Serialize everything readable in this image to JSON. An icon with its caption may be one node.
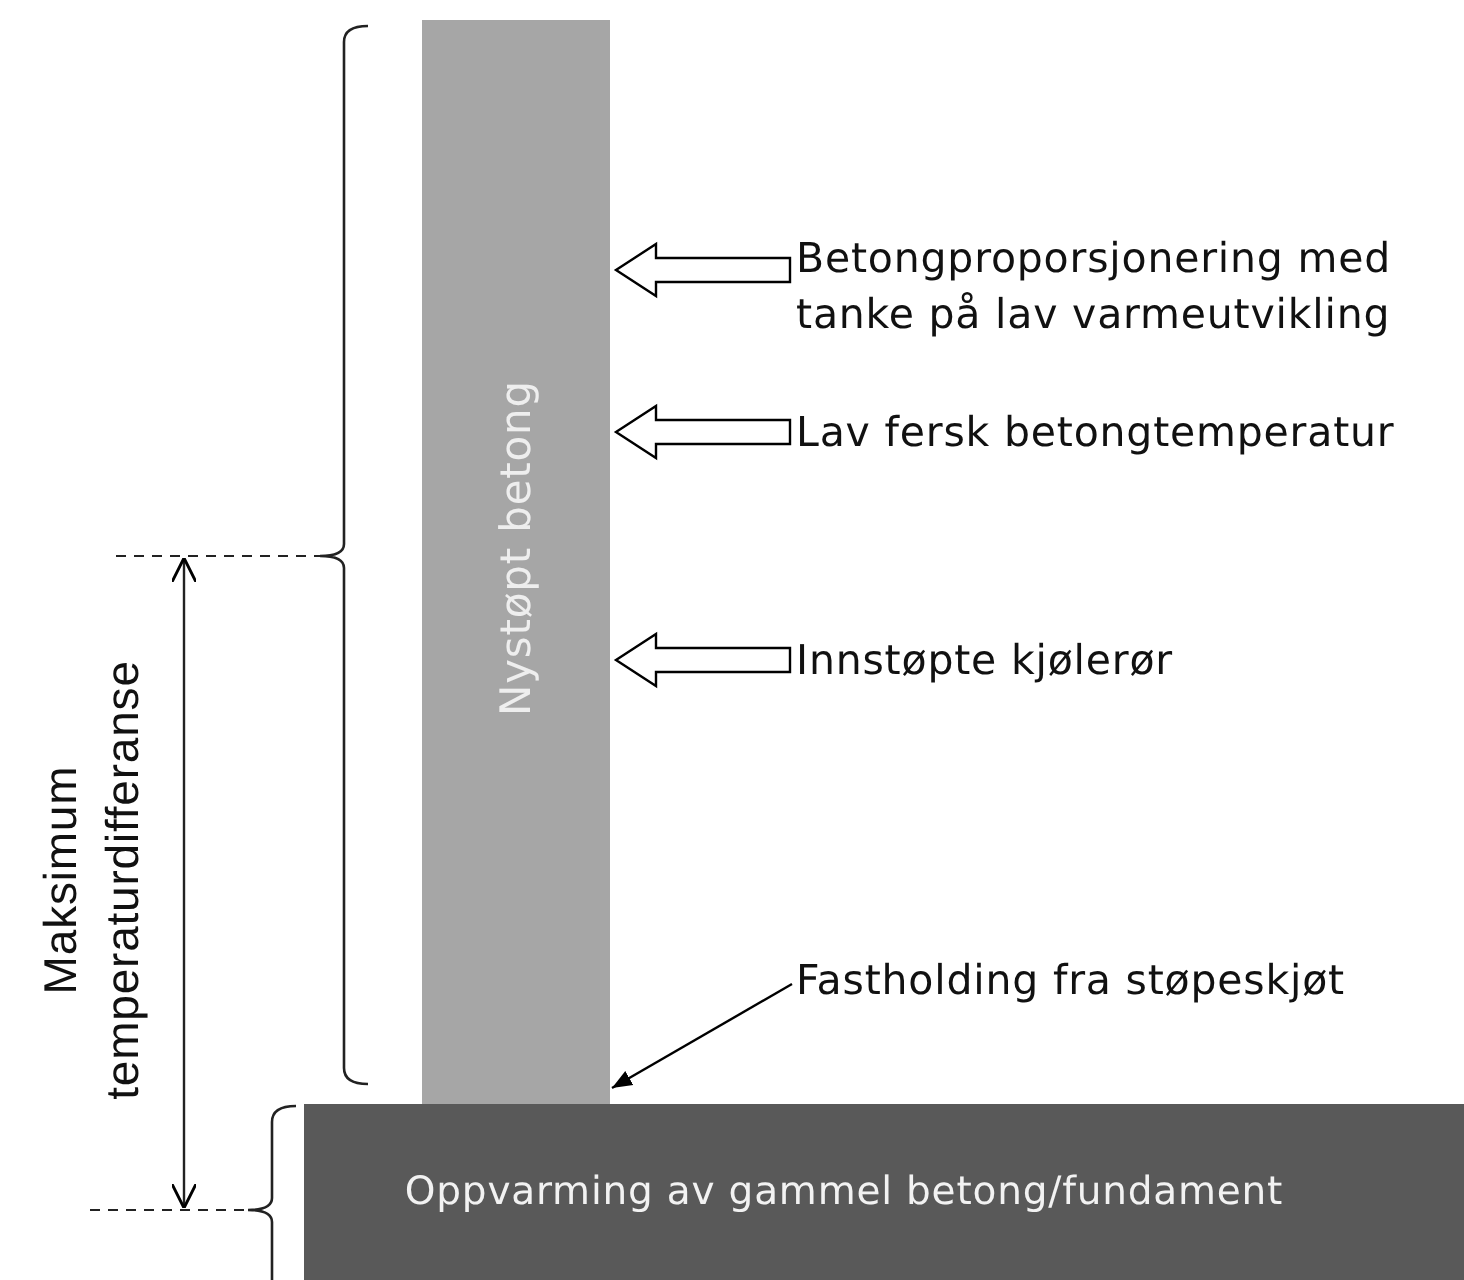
{
  "diagram": {
    "nodes": [
      {
        "text": [
          "Nystøpt betong"
        ]
      },
      {
        "text": [
          "Oppvarming av gammel betong/fundament"
        ]
      },
      {
        "text": [
          "Betongproporsjonering med tanke på lav varmeutvikling"
        ]
      },
      {
        "text": [
          "Lav fersk betongtemperatur"
        ]
      },
      {
        "text": [
          "Innstøpte kjølerør"
        ]
      },
      {
        "text": [
          "Fastholding fra støpeskjøt"
        ]
      }
    ],
    "edges": [
      {
        "from": 2,
        "to": 0,
        "arrow": "to",
        "style": "thick"
      },
      {
        "from": 3,
        "to": 0,
        "arrow": "to",
        "style": "thick"
      },
      {
        "from": 4,
        "to": 0,
        "arrow": "to",
        "style": "thick"
      },
      {
        "from": 5,
        "to": 0,
        "arrow": "to"
      }
    ],
    "labels": [
      "Maksimum temperaturdifferanse"
    ]
  }
}
